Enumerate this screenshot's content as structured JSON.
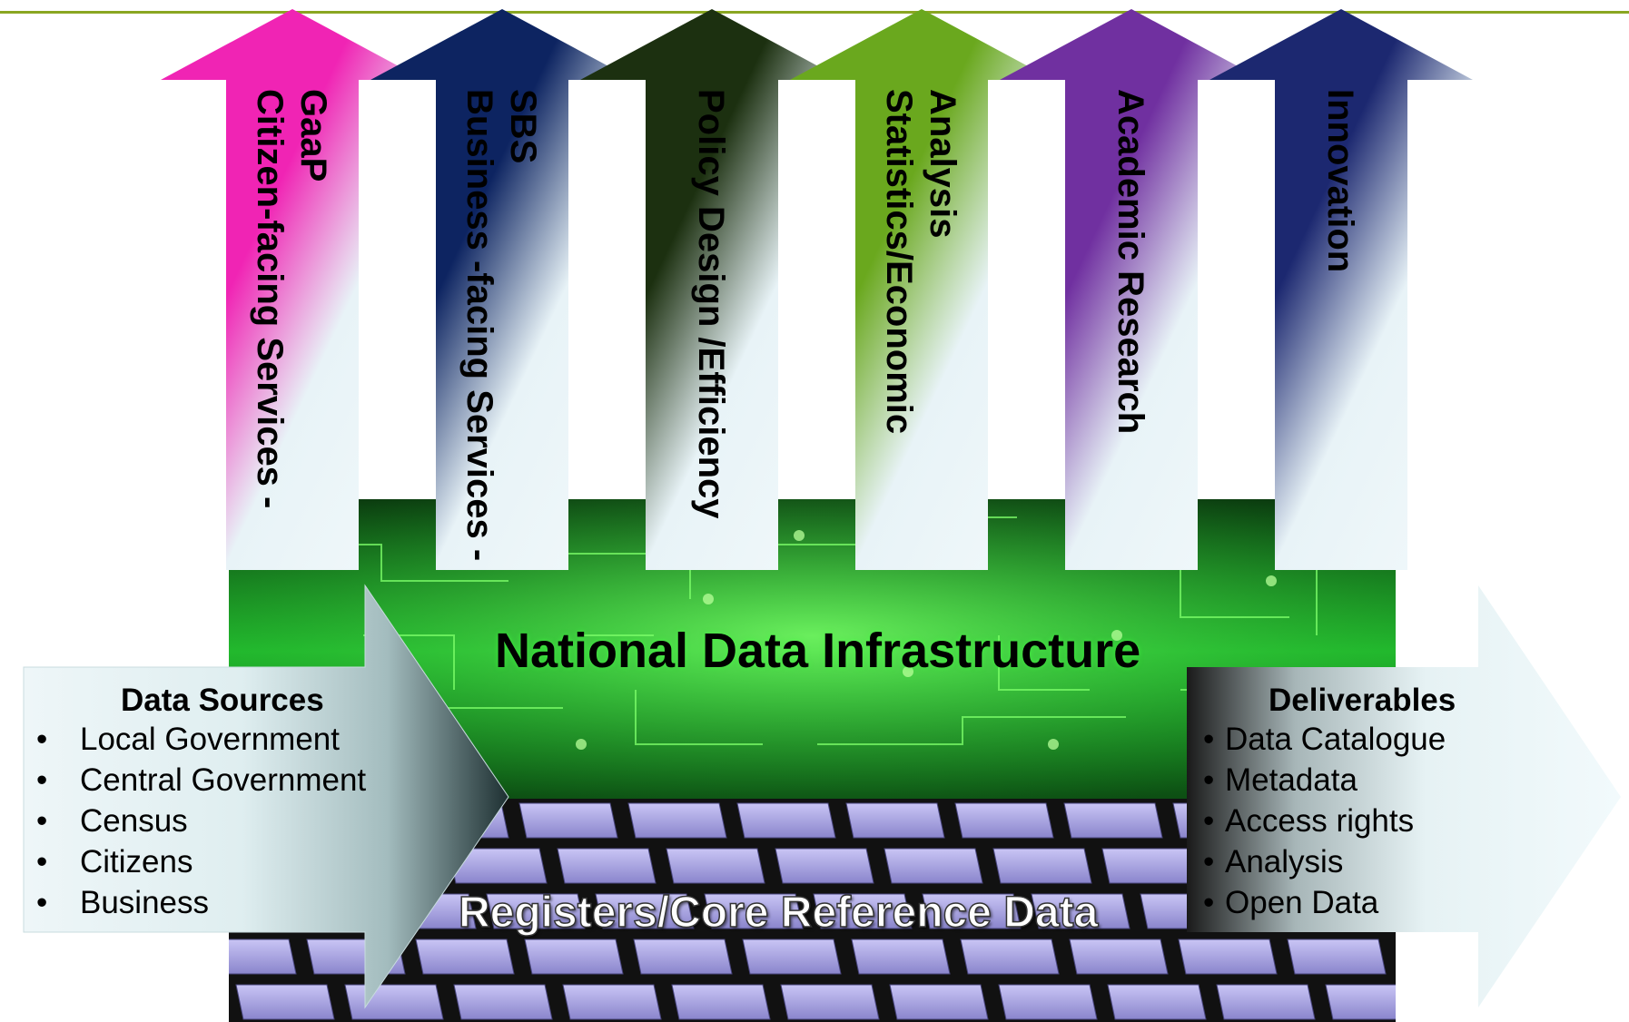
{
  "arrows": [
    {
      "label": "Citizen-facing Services  -",
      "label2": "GaaP",
      "color": "#f024b4"
    },
    {
      "label": "Business -facing Services -",
      "label2": "SBS",
      "color": "#0d2461"
    },
    {
      "label": "Policy Design /Efficiency",
      "label2": "",
      "color": "#1c3010"
    },
    {
      "label": "Statistics/Economic",
      "label2": "Analysis",
      "color": "#6aa81e"
    },
    {
      "label": "Academic Research",
      "label2": "",
      "color": "#7030a0"
    },
    {
      "label": "Innovation",
      "label2": "",
      "color": "#1c2870"
    }
  ],
  "infrastructure": {
    "title": "National Data Infrastructure"
  },
  "registers": {
    "title": "Registers/Core Reference Data"
  },
  "data_sources": {
    "title": "Data Sources",
    "items": [
      "Local Government",
      "Central Government",
      "Census",
      "Citizens",
      "Business"
    ]
  },
  "deliverables": {
    "title": "Deliverables",
    "items": [
      "Data Catalogue",
      "Metadata",
      "Access rights",
      "Analysis",
      "Open Data"
    ]
  },
  "colors": {
    "rule": "#8aa622",
    "circuit_green": "#1fae2a",
    "tile": "#a9a4e6"
  }
}
